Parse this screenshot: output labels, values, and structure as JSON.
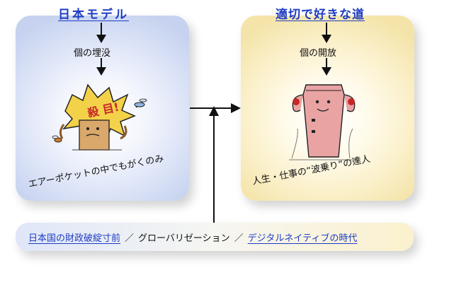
{
  "left_panel": {
    "title": "日本モデル",
    "step": "個の埋没",
    "caption": "エアーポケットの中でもがくのみ",
    "badge_text": "殺 目!"
  },
  "right_panel": {
    "title": "適切で好きな道",
    "step": "個の開放",
    "caption": "人生・仕事の“波乗り”の達人"
  },
  "bottom": {
    "item1": "日本国の財政破綻寸前",
    "sep1": "／",
    "item2": "グローバリゼーション",
    "sep2": "／",
    "item3": "デジタルネイティブの時代"
  },
  "colors": {
    "title_blue": "#1e3cc4",
    "left_panel": "#c6d2ef",
    "right_panel": "#f4e4a9",
    "figure_pink": "#e9a3a3"
  }
}
